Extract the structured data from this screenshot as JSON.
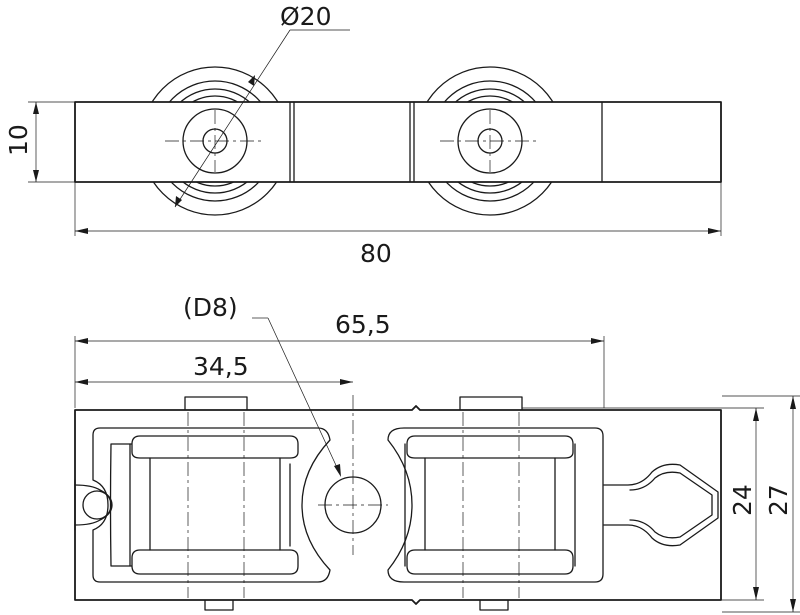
{
  "drawing": {
    "top_view": {
      "diameter_label": "Ø20",
      "height_label": "10",
      "length_label": "80"
    },
    "side_view": {
      "hole_label": "(D8)",
      "dim_long_label": "65,5",
      "dim_short_label": "34,5",
      "height_inner_label": "24",
      "height_outer_label": "27"
    }
  }
}
